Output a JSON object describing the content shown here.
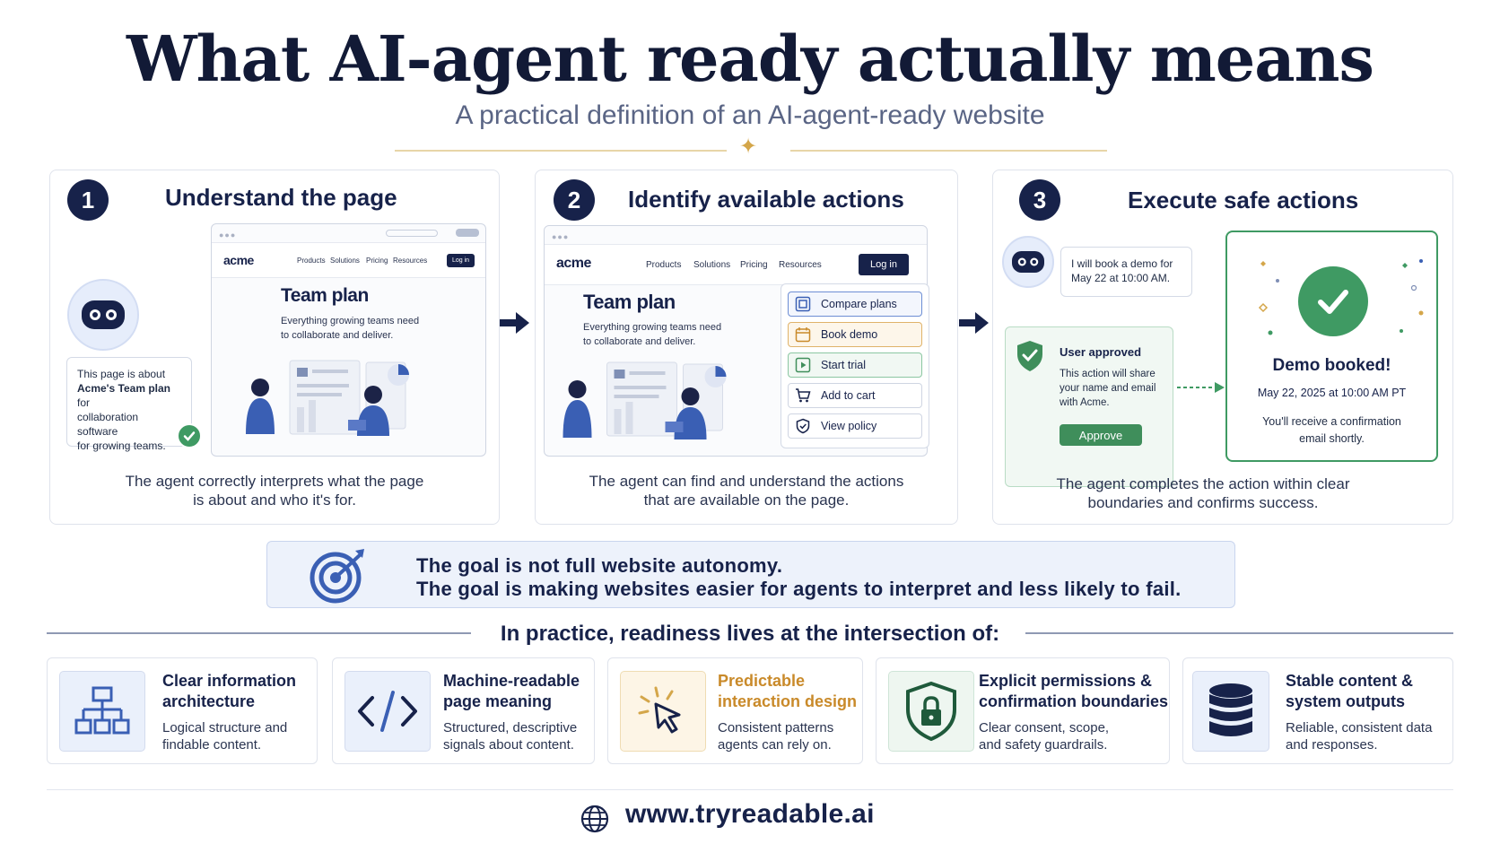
{
  "header": {
    "title": "What AI-agent ready actually means",
    "subtitle": "A practical definition of an AI-agent-ready website"
  },
  "steps": [
    {
      "number": "1",
      "title": "Understand the page",
      "caption_line1": "The agent correctly interprets what the page",
      "caption_line2": "is about and who it's for.",
      "bubble": {
        "line1": "This page is about",
        "line2_bold": "Acme's Team plan",
        "line2_rest": " for",
        "line3": "collaboration software",
        "line4": "for growing teams."
      }
    },
    {
      "number": "2",
      "title": "Identify available actions",
      "caption_line1": "The agent can find and understand the actions",
      "caption_line2": "that are available on the page.",
      "actions": [
        {
          "label": "Compare plans",
          "icon": "compare-icon"
        },
        {
          "label": "Book demo",
          "icon": "calendar-icon"
        },
        {
          "label": "Start trial",
          "icon": "play-icon"
        },
        {
          "label": "Add to cart",
          "icon": "cart-icon"
        },
        {
          "label": "View policy",
          "icon": "shield-icon"
        }
      ]
    },
    {
      "number": "3",
      "title": "Execute safe actions",
      "caption_line1": "The agent completes the action within clear",
      "caption_line2": "boundaries and confirms success.",
      "agent_message_line1": "I will book a demo for",
      "agent_message_line2": "May 22 at 10:00 AM.",
      "approval": {
        "title": "User approved",
        "line1": "This action will share",
        "line2": "your name and email",
        "line3": "with Acme.",
        "button": "Approve"
      },
      "confirmation": {
        "title": "Demo booked!",
        "datetime": "May 22, 2025 at 10:00 AM PT",
        "line1": "You'll receive a confirmation",
        "line2": "email shortly."
      }
    }
  ],
  "mock_site": {
    "logo": "acme",
    "nav": [
      "Products",
      "Solutions",
      "Pricing",
      "Resources"
    ],
    "login": "Log in",
    "plan_title": "Team plan",
    "plan_desc_line1": "Everything growing teams need",
    "plan_desc_line2": "to collaborate and deliver."
  },
  "goal": {
    "line1": "The goal is not full website autonomy.",
    "line2": "The goal is making websites easier for agents to interpret and less likely to fail."
  },
  "section_heading": "In practice, readiness lives at the intersection of:",
  "pillars": [
    {
      "title_line1": "Clear information",
      "title_line2": "architecture",
      "desc_line1": "Logical structure and",
      "desc_line2": "findable content.",
      "icon": "sitemap-icon"
    },
    {
      "title_line1": "Machine-readable",
      "title_line2": "page meaning",
      "desc_line1": "Structured, descriptive",
      "desc_line2": "signals about content.",
      "icon": "code-icon"
    },
    {
      "title_line1": "Predictable",
      "title_line2": "interaction design",
      "desc_line1": "Consistent patterns",
      "desc_line2": "agents can rely on.",
      "icon": "cursor-click-icon"
    },
    {
      "title_line1": "Explicit permissions &",
      "title_line2": "confirmation boundaries",
      "desc_line1": "Clear consent, scope,",
      "desc_line2": "and safety guardrails.",
      "icon": "shield-lock-icon"
    },
    {
      "title_line1": "Stable content &",
      "title_line2": "system outputs",
      "desc_line1": "Reliable, consistent data",
      "desc_line2": "and responses.",
      "icon": "database-icon"
    }
  ],
  "footer": {
    "url": "www.tryreadable.ai"
  },
  "colors": {
    "navy": "#17224a",
    "green": "#3f9a63",
    "gold": "#d4a64a",
    "blue": "#3a5fb4"
  }
}
